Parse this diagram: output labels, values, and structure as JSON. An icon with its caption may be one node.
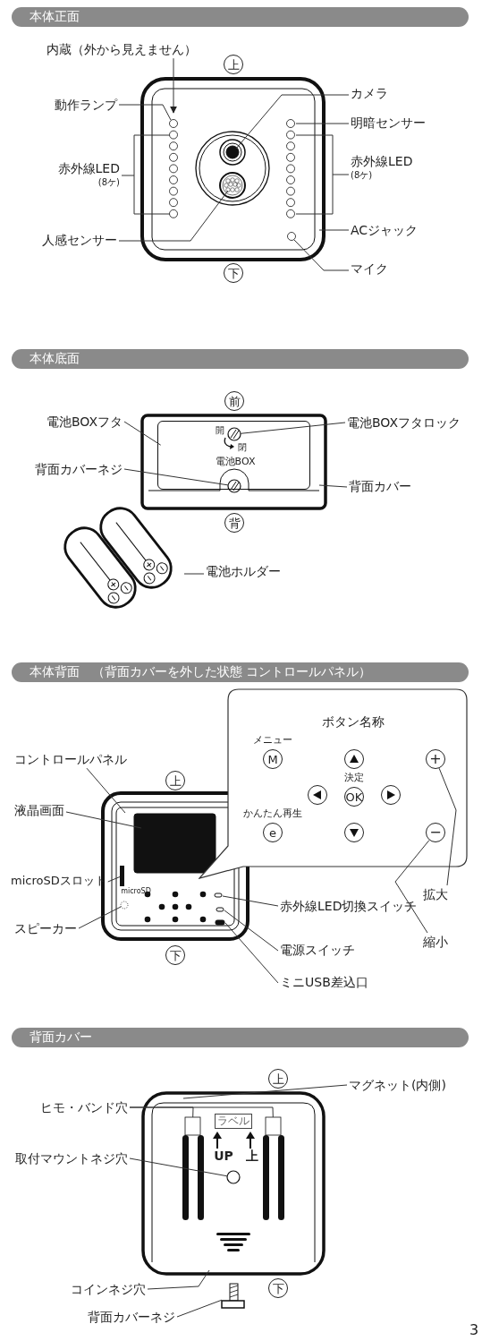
{
  "diagram": {
    "nodes": [
      {
        "text": [
          "本体正面"
        ]
      },
      {
        "text": [
          "内蔵（外から見えません）"
        ]
      },
      {
        "text": [
          "上"
        ]
      },
      {
        "text": [
          "動作ランプ"
        ]
      },
      {
        "text": [
          "赤外線LED",
          "(8ケ)"
        ]
      },
      {
        "text": [
          "人感センサー"
        ]
      },
      {
        "text": [
          "カメラ"
        ]
      },
      {
        "text": [
          "明暗センサー"
        ]
      },
      {
        "text": [
          "赤外線LED",
          "(8ケ)"
        ]
      },
      {
        "text": [
          "ACジャック"
        ]
      },
      {
        "text": [
          "マイク"
        ]
      },
      {
        "text": [
          "下"
        ]
      },
      {
        "text": [
          "本体底面"
        ]
      },
      {
        "text": [
          "前"
        ]
      },
      {
        "text": [
          "電池BOXフタ"
        ]
      },
      {
        "text": [
          "電池BOXフタロック"
        ]
      },
      {
        "text": [
          "背面カバーネジ"
        ]
      },
      {
        "text": [
          "背面カバー"
        ]
      },
      {
        "text": [
          "背"
        ]
      },
      {
        "text": [
          "電池ホルダー"
        ]
      },
      {
        "text": [
          "本体背面",
          "（背面カバーを外した状態 コントロールパネル）"
        ]
      },
      {
        "text": [
          "ボタン名称"
        ]
      },
      {
        "text": [
          "メニュー",
          "M"
        ],
        "in": 21
      },
      {
        "text": [],
        "shape": "circle",
        "in": 21
      },
      {
        "text": [
          "決定",
          "OK"
        ],
        "in": 21
      },
      {
        "text": [],
        "shape": "circle",
        "in": 21
      },
      {
        "text": [],
        "shape": "circle",
        "in": 21
      },
      {
        "text": [
          "かんたん再生",
          "e"
        ],
        "in": 21
      },
      {
        "text": [],
        "shape": "circle",
        "in": 21
      },
      {
        "text": [
          "+"
        ],
        "in": 21
      },
      {
        "text": [
          "−"
        ],
        "in": 21
      },
      {
        "text": [
          "上"
        ]
      },
      {
        "text": [
          "コントロールパネル"
        ]
      },
      {
        "text": [
          "液晶画面"
        ]
      },
      {
        "text": [
          "microSDスロット"
        ]
      },
      {
        "text": [
          "スピーカー"
        ]
      },
      {
        "text": [
          "赤外線LED切換スイッチ"
        ]
      },
      {
        "text": [
          "電源スイッチ"
        ]
      },
      {
        "text": [
          "ミニUSB差込口"
        ]
      },
      {
        "text": [
          "拡大"
        ]
      },
      {
        "text": [
          "縮小"
        ]
      },
      {
        "text": [
          "下"
        ]
      },
      {
        "text": [
          "背面カバー"
        ]
      },
      {
        "text": [
          "上"
        ]
      },
      {
        "text": [
          "マグネット(内側)"
        ]
      },
      {
        "text": [
          "ヒモ・バンド穴"
        ]
      },
      {
        "text": [
          "ラベル"
        ]
      },
      {
        "text": [
          "取付マウントネジ穴"
        ]
      },
      {
        "text": [
          "コインネジ穴"
        ]
      },
      {
        "text": [
          "下"
        ]
      },
      {
        "text": [
          "背面カバーネジ"
        ]
      },
      {
        "text": [],
        "shape": "circle",
        "in": 57
      },
      {
        "text": [],
        "shape": "circle",
        "in": 58
      },
      {
        "text": [],
        "shape": "bar"
      },
      {
        "text": [],
        "shape": "circle"
      },
      {
        "text": [],
        "shape": "circle"
      },
      {
        "text": [],
        "shape": "screw"
      },
      {
        "text": [
          "開",
          "閉",
          "電池BOX"
        ]
      },
      {
        "text": [],
        "shape": "box"
      },
      {
        "text": [],
        "shape": "box"
      },
      {
        "text": [],
        "shape": "box"
      }
    ],
    "edges": [
      {
        "from": 1,
        "to": null,
        "arrow": "to"
      },
      {
        "from": 3,
        "to": null,
        "arrow": "none"
      },
      {
        "from": 4,
        "to": null,
        "arrow": "none"
      },
      {
        "from": 5,
        "to": null,
        "arrow": "none"
      },
      {
        "from": 6,
        "to": null,
        "arrow": "none"
      },
      {
        "from": 7,
        "to": null,
        "arrow": "none"
      },
      {
        "from": 8,
        "to": null,
        "arrow": "none"
      },
      {
        "from": 9,
        "to": null,
        "arrow": "none"
      },
      {
        "from": 10,
        "to": null,
        "arrow": "none"
      },
      {
        "from": 14,
        "to": 57,
        "arrow": "none"
      },
      {
        "from": 15,
        "to": 51,
        "arrow": "none"
      },
      {
        "from": 16,
        "to": 52,
        "arrow": "none"
      },
      {
        "from": 17,
        "to": 58,
        "arrow": "none"
      },
      {
        "from": 19,
        "to": null,
        "arrow": "none"
      },
      {
        "from": 32,
        "to": null,
        "arrow": "none"
      },
      {
        "from": 33,
        "to": null,
        "arrow": "none"
      },
      {
        "from": 34,
        "to": 53,
        "arrow": "none"
      },
      {
        "from": 35,
        "to": 54,
        "arrow": "none"
      },
      {
        "from": 36,
        "to": null,
        "arrow": "none"
      },
      {
        "from": 37,
        "to": null,
        "arrow": "none"
      },
      {
        "from": 38,
        "to": null,
        "arrow": "none"
      },
      {
        "from": 39,
        "to": 29,
        "arrow": "none"
      },
      {
        "from": 40,
        "to": 30,
        "arrow": "none"
      },
      {
        "from": 44,
        "to": null,
        "arrow": "none"
      },
      {
        "from": 45,
        "to": 59,
        "arrow": "none"
      },
      {
        "from": 45,
        "to": 60,
        "arrow": "none"
      },
      {
        "from": 47,
        "to": 55,
        "arrow": "none"
      },
      {
        "from": 48,
        "to": null,
        "arrow": "none"
      },
      {
        "from": 50,
        "to": 56,
        "arrow": "none"
      }
    ],
    "labels": [
      "microSD",
      "UP",
      "上",
      "3"
    ]
  }
}
